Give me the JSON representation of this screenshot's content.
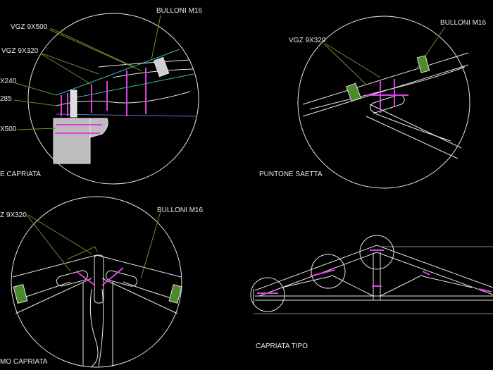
{
  "details": [
    {
      "title": "E CAPRIATA",
      "labels": [
        "BULLONI M16",
        "VGZ 9X500",
        "VGZ 9X320",
        "X240",
        "285",
        "X500"
      ]
    },
    {
      "title": "PUNTONE SAETTA",
      "labels": [
        "BULLONI M16",
        "VGZ 9X320"
      ]
    },
    {
      "title": "MO CAPRIATA",
      "labels": [
        "Z 9X320",
        "BULLONI M16"
      ]
    },
    {
      "title": "CAPRIATA TIPO",
      "labels": []
    }
  ],
  "colors": {
    "background": "#000000",
    "lines": "#e8e8e8",
    "bolts": "#e040e0",
    "leaders": "#6a8f2a",
    "cyan": "#30c0c0",
    "hatch_green": "#4a8a2a"
  }
}
